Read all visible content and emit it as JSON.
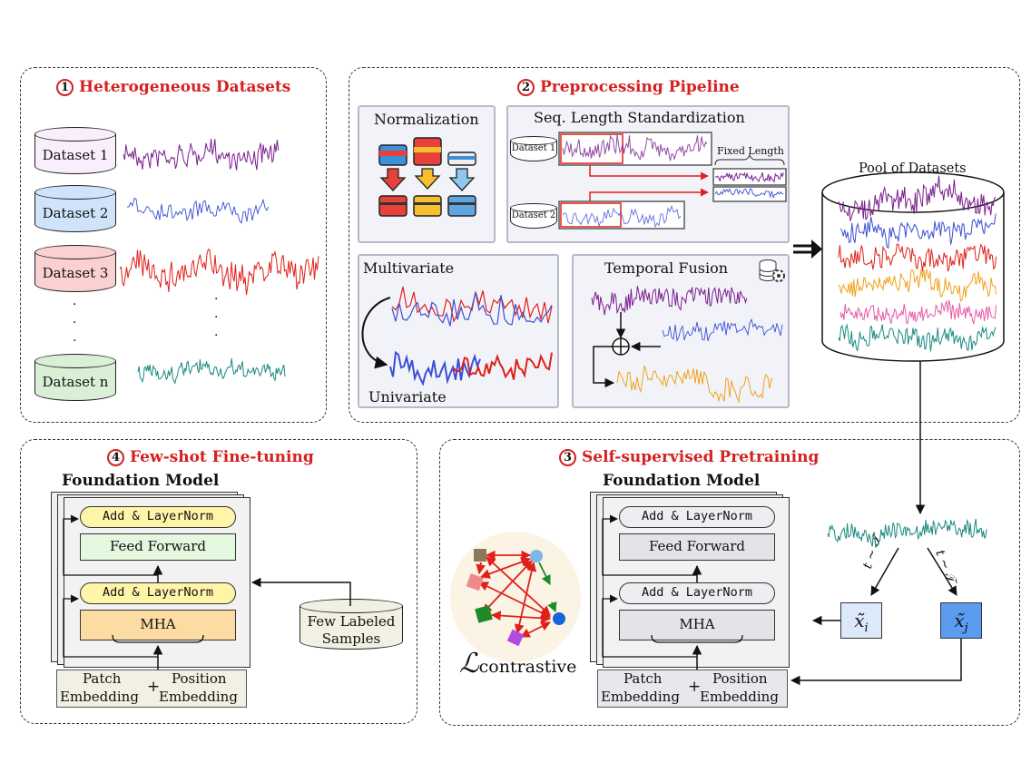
{
  "panels": {
    "datasets": {
      "num": "1",
      "title": "Heterogeneous Datasets",
      "items": [
        "Dataset 1",
        "Dataset 2",
        "Dataset 3",
        "Dataset n"
      ],
      "ellipsis": "·"
    },
    "preprocessing": {
      "num": "2",
      "title": "Preprocessing Pipeline",
      "normalization": "Normalization",
      "seq_length": "Seq. Length Standardization",
      "seq_dataset1": "Dataset 1",
      "seq_dataset2": "Dataset 2",
      "fixed_length": "Fixed Length",
      "multivariate": "Multivariate",
      "univariate": "Univariate",
      "temporal_fusion": "Temporal Fusion",
      "pool": "Pool of Datasets"
    },
    "pretraining": {
      "num": "3",
      "title": "Self-supervised Pretraining",
      "model_title": "Foundation Model",
      "add_norm": "Add  &  LayerNorm",
      "feed_forward": "Feed Forward",
      "mha": "MHA",
      "patch": "Patch",
      "embedding1": "Embedding",
      "position": "Position",
      "embedding2": "Embedding",
      "plus": "+",
      "loss": "ℒ",
      "loss_sub": "contrastive",
      "xi": "x̃",
      "xi_sub": "i",
      "xj": "x̃",
      "xj_sub": "j",
      "aug": "t ~ 𝒯"
    },
    "finetuning": {
      "num": "4",
      "title": "Few-shot Fine-tuning",
      "model_title": "Foundation Model",
      "add_norm": "Add  &  LayerNorm",
      "feed_forward": "Feed Forward",
      "mha": "MHA",
      "patch": "Patch",
      "embedding1": "Embedding",
      "position": "Position",
      "embedding2": "Embedding",
      "plus": "+",
      "few_labeled": "Few Labeled",
      "samples": "Samples"
    }
  },
  "colors": {
    "red_title": "#d62020",
    "purple": "#7b1f8f",
    "blue": "#3a4fd6",
    "red": "#e0201a",
    "orange": "#f0a21c",
    "pink": "#e85aa8",
    "teal": "#1b8a80"
  }
}
